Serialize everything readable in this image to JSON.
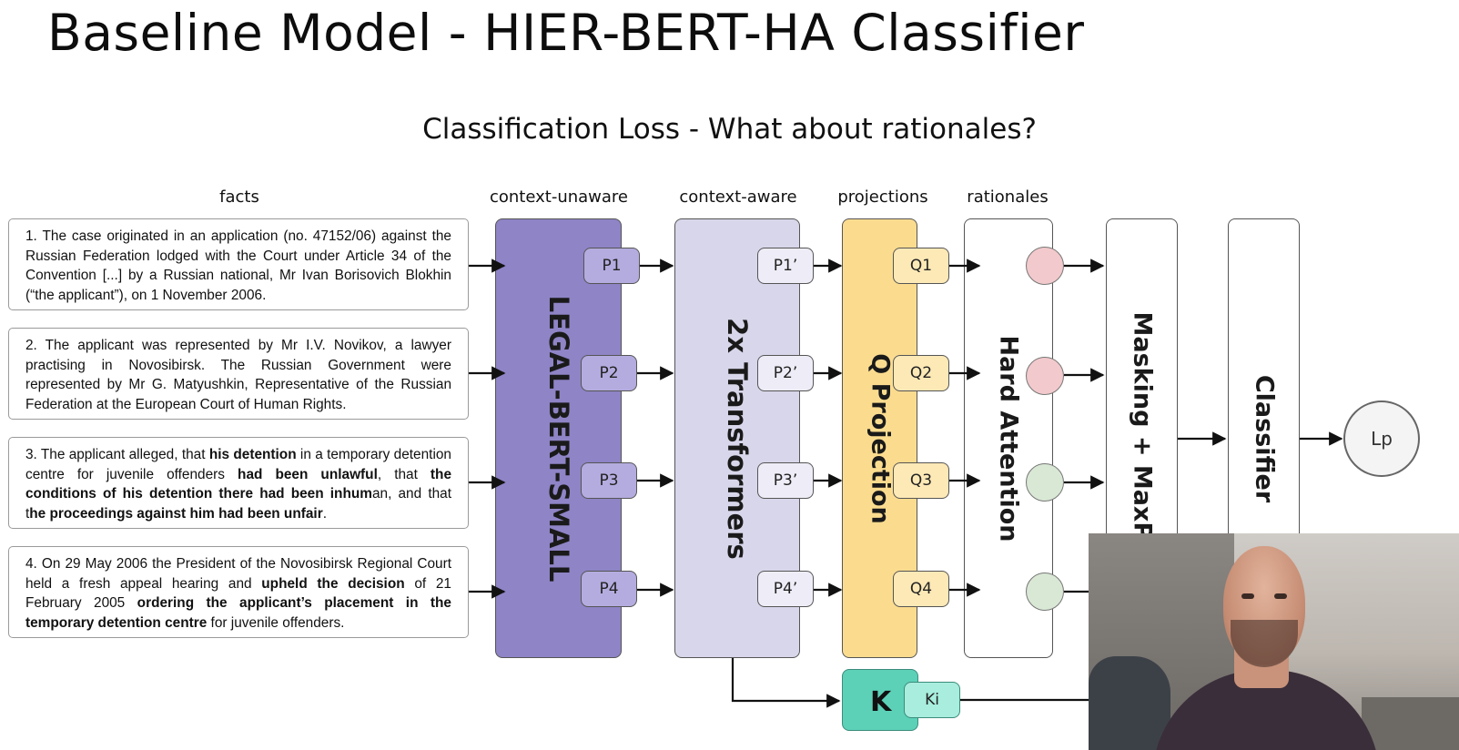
{
  "title": "Baseline Model - HIER-BERT-HA Classifier",
  "subtitle": "Classification Loss - What about rationales?",
  "column_headers": {
    "facts": "facts",
    "context_unaware": "context-unaware",
    "context_aware": "context-aware",
    "projections": "projections",
    "rationales": "rationales"
  },
  "facts": [
    {
      "segments": [
        {
          "text": "1. The case originated in an application (no. 47152/06) against the Russian Federation lodged with the Court under Article 34 of the Convention [...] by a Russian national, Mr Ivan Borisovich Blokhin (“the applicant”), on 1 November 2006.",
          "bold": false
        }
      ]
    },
    {
      "segments": [
        {
          "text": "2. The applicant was represented by Mr I.V. Novikov, a lawyer practising in Novosibirsk. The Russian Government were represented by Mr G. Matyushkin, Representative of the Russian Federation at the European Court of Human Rights.",
          "bold": false
        }
      ]
    },
    {
      "segments": [
        {
          "text": "3. The applicant alleged, that ",
          "bold": false
        },
        {
          "text": "his detention",
          "bold": true
        },
        {
          "text": " in a temporary detention centre for juvenile offenders ",
          "bold": false
        },
        {
          "text": "had been unlawful",
          "bold": true
        },
        {
          "text": ", that ",
          "bold": false
        },
        {
          "text": "the conditions of his detention there had been inhum",
          "bold": true
        },
        {
          "text": "an, and that t",
          "bold": false
        },
        {
          "text": "he proceedings against him had been unfair",
          "bold": true
        },
        {
          "text": ".",
          "bold": false
        }
      ]
    },
    {
      "segments": [
        {
          "text": "4. On 29 May 2006 the President of the Novosibirsk Regional Court held a fresh appeal hearing and ",
          "bold": false
        },
        {
          "text": "upheld the decision",
          "bold": true
        },
        {
          "text": " of 21 February 2005 ",
          "bold": false
        },
        {
          "text": "ordering the applicant’s placement in the temporary detention centre",
          "bold": true
        },
        {
          "text": " for juvenile offenders.",
          "bold": false
        }
      ]
    }
  ],
  "blocks": {
    "encoder": "LEGAL-BERT-SMALL",
    "transformers": "2x Transformers",
    "projection": "Q Projection",
    "attention": "Hard Attention",
    "masking": "Masking + MaxPool",
    "classifier": "Classifier"
  },
  "p_labels": [
    "P1",
    "P2",
    "P3",
    "P4"
  ],
  "p_prime_labels": [
    "P1’",
    "P2’",
    "P3’",
    "P4’"
  ],
  "q_labels": [
    "Q1",
    "Q2",
    "Q3",
    "Q4"
  ],
  "k_label": "K",
  "ki_label": "Ki",
  "loss_label": "Lp",
  "rationale_states": [
    "selected",
    "selected",
    "not-selected",
    "not-selected"
  ],
  "colors": {
    "encoder": "#8e84c6",
    "encoder_tag": "#b4acdf",
    "transformers": "#d7d6ea",
    "transformers_tag": "#eeedf7",
    "projection": "#fbdc8f",
    "projection_tag": "#fde9b6",
    "k": "#5cd1b7",
    "ki": "#a8eddd",
    "selected": "#f2c9cc",
    "not_selected": "#d9e8d5"
  }
}
